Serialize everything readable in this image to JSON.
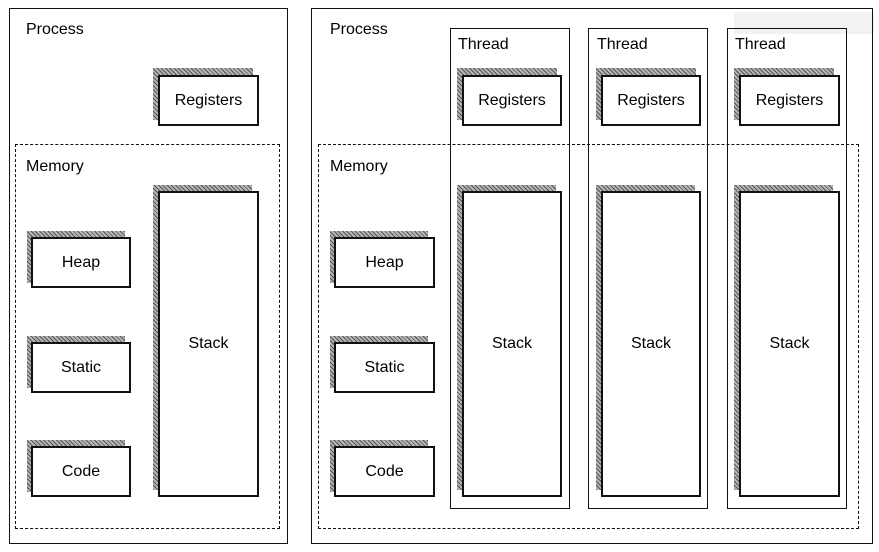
{
  "diagram": {
    "single_threaded": {
      "process_label": "Process",
      "memory_label": "Memory",
      "registers_label": "Registers",
      "heap_label": "Heap",
      "static_label": "Static",
      "code_label": "Code",
      "stack_label": "Stack"
    },
    "multi_threaded": {
      "process_label": "Process",
      "memory_label": "Memory",
      "heap_label": "Heap",
      "static_label": "Static",
      "code_label": "Code",
      "threads": [
        {
          "label": "Thread",
          "registers_label": "Registers",
          "stack_label": "Stack"
        },
        {
          "label": "Thread",
          "registers_label": "Registers",
          "stack_label": "Stack"
        },
        {
          "label": "Thread",
          "registers_label": "Registers",
          "stack_label": "Stack"
        }
      ]
    }
  }
}
